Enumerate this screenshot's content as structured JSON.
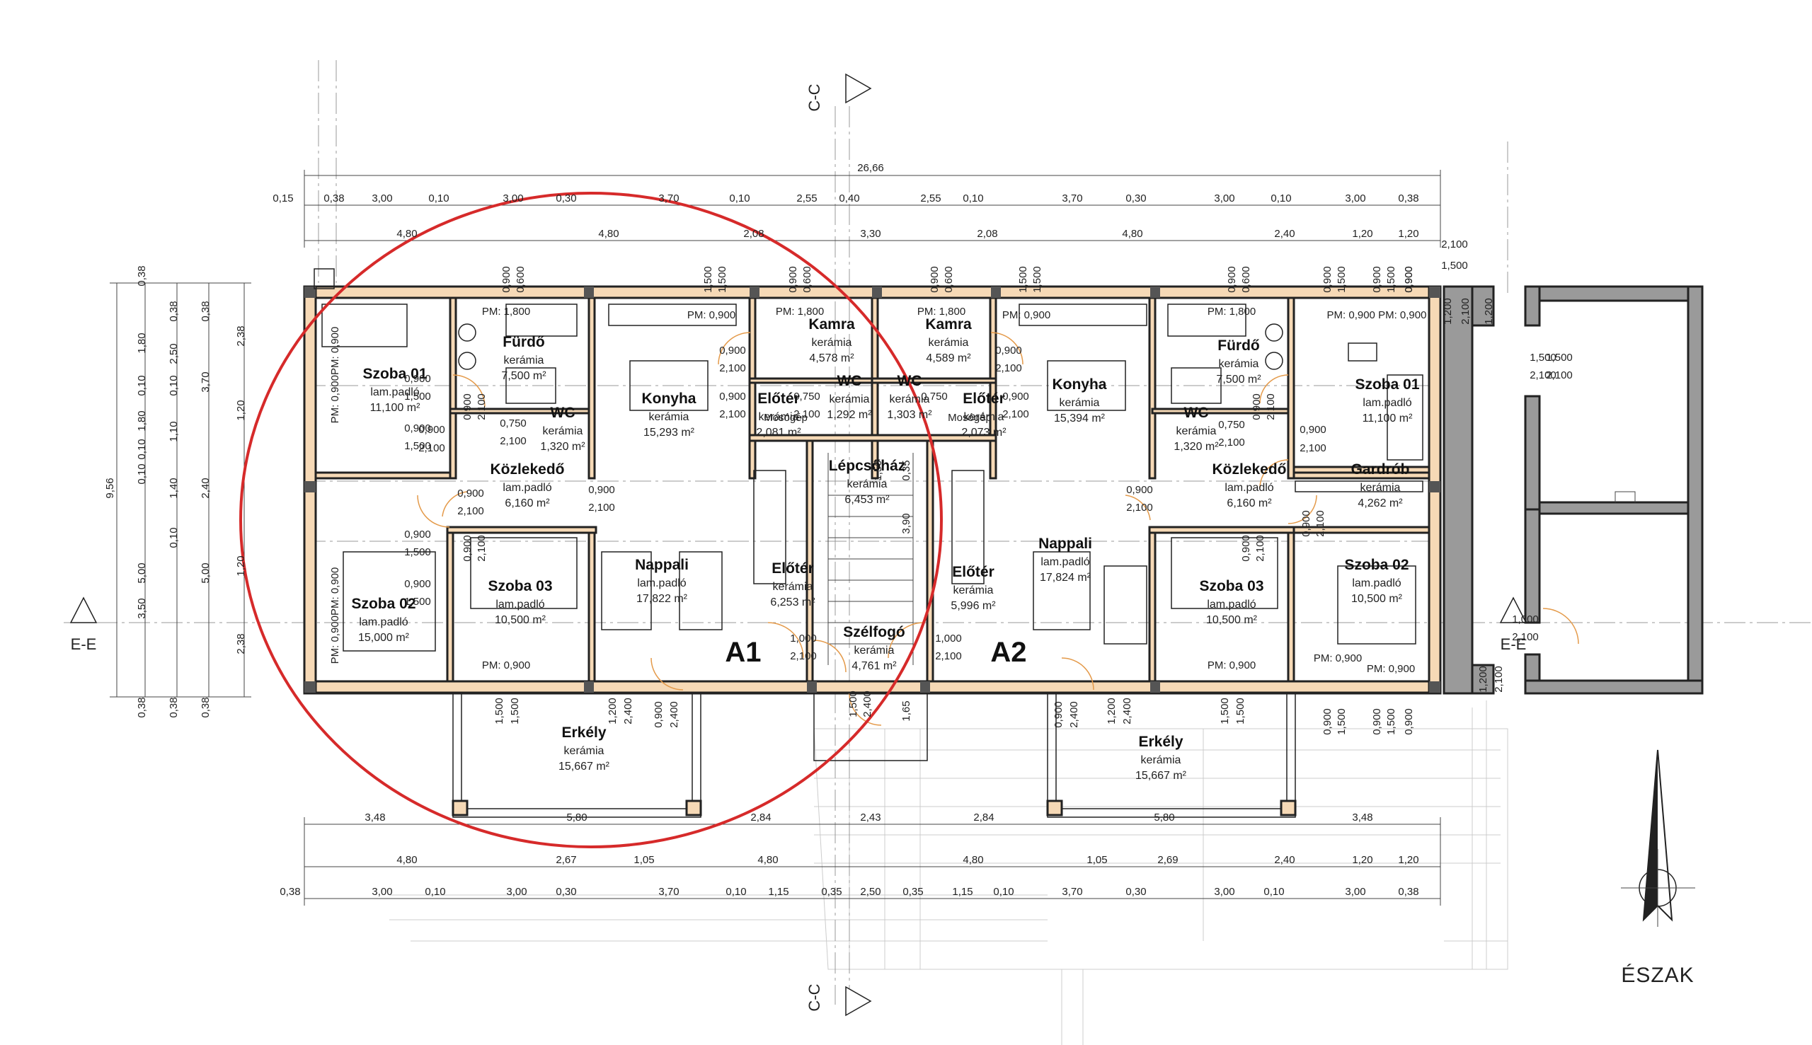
{
  "overall_dim": "26,66",
  "dims_top1": [
    "0,15",
    "0,38",
    "3,00",
    "0,10",
    "3,00",
    "0,30",
    "3,70",
    "0,10",
    "2,55",
    "0,40",
    "2,55",
    "0,10",
    "3,70",
    "0,30",
    "3,00",
    "0,10",
    "3,00",
    "0,38"
  ],
  "dims_top2": [
    "4,80",
    "4,80",
    "2,08",
    "3,30",
    "2,08",
    "4,80",
    "2,40",
    "1,20",
    "1,20"
  ],
  "dims_bot1": [
    "3,48",
    "5,80",
    "2,84",
    "2,43",
    "2,84",
    "5,80",
    "3,48"
  ],
  "dims_bot2": [
    "4,80",
    "2,67",
    "1,05",
    "4,80",
    "4,80",
    "1,05",
    "2,69",
    "2,40",
    "1,20",
    "1,20"
  ],
  "dims_bot3": [
    "0,38",
    "3,00",
    "0,10",
    "3,00",
    "0,30",
    "3,70",
    "0,10",
    "1,15",
    "0,35",
    "2,50",
    "0,35",
    "1,15",
    "0,10",
    "3,70",
    "0,30",
    "3,00",
    "0,10",
    "3,00",
    "0,38"
  ],
  "dim_left_total": "9,56",
  "dims_left1": [
    "0,38",
    "1,80",
    "0,10",
    "1,80",
    "0,10",
    "0,10",
    "5,00",
    "3,50",
    "0,38"
  ],
  "dims_left2": [
    "0,38",
    "2,50",
    "0,10",
    "1,10",
    "1,40",
    "0,10",
    "0,38"
  ],
  "dims_left3": [
    "0,38",
    "3,70",
    "2,40",
    "5,00",
    "0,38"
  ],
  "dims_left4": [
    "2,38",
    "1,20",
    "1,20",
    "2,38"
  ],
  "sections": {
    "cc_top": "C-C",
    "cc_bottom": "C-C",
    "ee_left": "E-E",
    "ee_right": "E-E"
  },
  "units": {
    "a1": "A1",
    "a2": "A2"
  },
  "north_label": "ÉSZAK",
  "rooms": [
    {
      "id": "a1-szoba01",
      "name": "Szoba 01",
      "mat": "lam.padló",
      "area": "11,100 m²"
    },
    {
      "id": "a1-furdo",
      "name": "Fürdő",
      "mat": "kerámia",
      "area": "7,500 m²"
    },
    {
      "id": "a1-wc",
      "name": "WC",
      "mat": "kerámia",
      "area": "1,320 m²"
    },
    {
      "id": "a1-konyha",
      "name": "Konyha",
      "mat": "kerámia",
      "area": "15,293 m²"
    },
    {
      "id": "a1-kamra",
      "name": "Kamra",
      "mat": "kerámia",
      "area": "4,578 m²"
    },
    {
      "id": "a1-wc2",
      "name": "WC",
      "mat": "kerámia",
      "area": "1,292 m²"
    },
    {
      "id": "a1-eloter-small",
      "name": "Előtér",
      "mat": "kerámia",
      "area": "2,081 m²"
    },
    {
      "id": "a1-kozlekedo",
      "name": "Közlekedő",
      "mat": "lam.padló",
      "area": "6,160 m²"
    },
    {
      "id": "a1-szoba02",
      "name": "Szoba 02",
      "mat": "lam.padló",
      "area": "15,000 m²"
    },
    {
      "id": "a1-szoba03",
      "name": "Szoba 03",
      "mat": "lam.padló",
      "area": "10,500 m²"
    },
    {
      "id": "a1-nappali",
      "name": "Nappali",
      "mat": "lam.padló",
      "area": "17,822 m²"
    },
    {
      "id": "a1-eloter",
      "name": "Előtér",
      "mat": "kerámia",
      "area": "6,253 m²"
    },
    {
      "id": "a1-erkely",
      "name": "Erkély",
      "mat": "kerámia",
      "area": "15,667 m²"
    },
    {
      "id": "lepcsohaz",
      "name": "Lépcsőház",
      "mat": "kerámia",
      "area": "6,453 m²"
    },
    {
      "id": "szelfogo",
      "name": "Szélfogó",
      "mat": "kerámia",
      "area": "4,761 m²"
    },
    {
      "id": "a2-wc2",
      "name": "WC",
      "mat": "kerámia",
      "area": "1,303 m²"
    },
    {
      "id": "a2-kamra",
      "name": "Kamra",
      "mat": "kerámia",
      "area": "4,589 m²"
    },
    {
      "id": "a2-eloter-small",
      "name": "Előtér",
      "mat": "kerámia",
      "area": "2,073 m²"
    },
    {
      "id": "a2-konyha",
      "name": "Konyha",
      "mat": "kerámia",
      "area": "15,394 m²"
    },
    {
      "id": "a2-furdo",
      "name": "Fürdő",
      "mat": "kerámia",
      "area": "7,500 m²"
    },
    {
      "id": "a2-wc",
      "name": "WC",
      "mat": "kerámia",
      "area": "1,320 m²"
    },
    {
      "id": "a2-szoba01",
      "name": "Szoba 01",
      "mat": "lam.padló",
      "area": "11,100 m²"
    },
    {
      "id": "a2-kozlekedo",
      "name": "Közlekedő",
      "mat": "lam.padló",
      "area": "6,160 m²"
    },
    {
      "id": "a2-gardrob",
      "name": "Gardrób",
      "mat": "kerámia",
      "area": "4,262 m²"
    },
    {
      "id": "a2-eloter",
      "name": "Előtér",
      "mat": "kerámia",
      "area": "5,996 m²"
    },
    {
      "id": "a2-nappali",
      "name": "Nappali",
      "mat": "lam.padló",
      "area": "17,824 m²"
    },
    {
      "id": "a2-szoba03",
      "name": "Szoba 03",
      "mat": "lam.padló",
      "area": "10,500 m²"
    },
    {
      "id": "a2-szoba02",
      "name": "Szoba 02",
      "mat": "lam.padló",
      "area": "10,500 m²"
    },
    {
      "id": "a2-erkely",
      "name": "Erkély",
      "mat": "kerámia",
      "area": "15,667 m²"
    }
  ],
  "pm_labels": {
    "pm1800": "PM: 1,800",
    "pm0900": "PM: 0,900",
    "pm0900b": "PM: 0,900PM: 0,900",
    "pm0900c": "PM: 0,900 PM: 0,900"
  },
  "door_dims": {
    "d0900": "0,900",
    "d2100": "2,100",
    "d0750": "0,750",
    "d1000": "1,000",
    "d1500": "1,500",
    "d2400": "2,400",
    "d1200": "1,200",
    "d0600": "0,600"
  },
  "mosogep": "Mosógép",
  "stair_dims": {
    "s390": "3,90",
    "s035": "0,35",
    "s165": "1,65",
    "s150": "1,50"
  },
  "annex_dims": {
    "a1500": "1,500",
    "a2100": "2,100",
    "a1200": "1,200"
  },
  "colors": {
    "wall": "#f6d9b6",
    "annex_wall": "#9a9a9a",
    "circle": "#d62a2a",
    "door": "#e49a4a"
  }
}
